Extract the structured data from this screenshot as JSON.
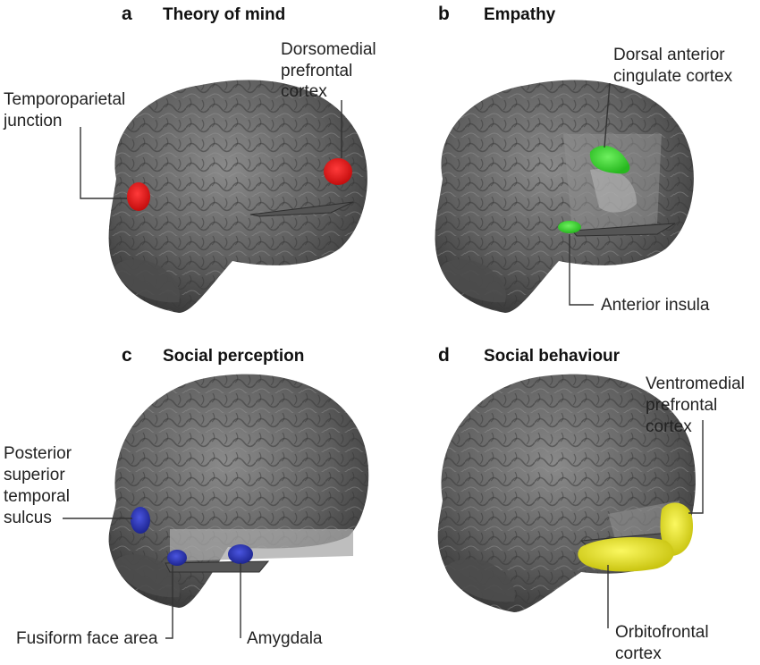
{
  "panels": {
    "a": {
      "letter": "a",
      "title": "Theory of mind",
      "labels": {
        "tpj_line1": "Temporoparietal",
        "tpj_line2": "junction",
        "dmpfc_line1": "Dorsomedial",
        "dmpfc_line2": "prefrontal",
        "dmpfc_line3": "cortex"
      },
      "region_color": "#e01818"
    },
    "b": {
      "letter": "b",
      "title": "Empathy",
      "labels": {
        "dacc_line1": "Dorsal anterior",
        "dacc_line2": "cingulate cortex",
        "insula": "Anterior insula"
      },
      "region_color": "#3fcf3a"
    },
    "c": {
      "letter": "c",
      "title": "Social perception",
      "labels": {
        "psts_line1": "Posterior",
        "psts_line2": "superior",
        "psts_line3": "temporal",
        "psts_line4": "sulcus",
        "ffa": "Fusiform face area",
        "amygdala": "Amygdala"
      },
      "region_color": "#2c36b8"
    },
    "d": {
      "letter": "d",
      "title": "Social behaviour",
      "labels": {
        "vmpfc_line1": "Ventromedial",
        "vmpfc_line2": "prefrontal",
        "vmpfc_line3": "cortex",
        "ofc_line1": "Orbitofrontal",
        "ofc_line2": "cortex"
      },
      "region_color": "#e8e51c"
    }
  }
}
